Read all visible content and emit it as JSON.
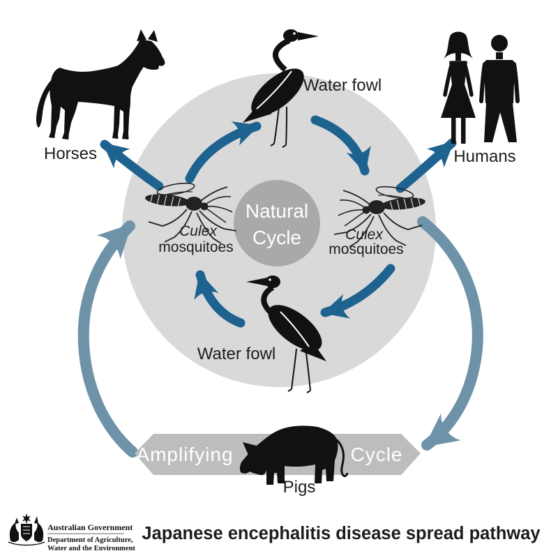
{
  "title": "Japanese encephalitis disease spread pathway",
  "government": {
    "name": "Australian Government",
    "dept_line1": "Department of Agriculture,",
    "dept_line2": "Water and the Environment"
  },
  "diagram": {
    "natural_cycle": {
      "line1": "Natural",
      "line2": "Cycle"
    },
    "amplifying_cycle": {
      "word_left": "Amplifying",
      "word_right": "Cycle"
    },
    "nodes": {
      "horses": "Horses",
      "water_fowl_top": "Water fowl",
      "humans": "Humans",
      "water_fowl_bottom": "Water fowl",
      "pigs": "Pigs",
      "mosquito_left": {
        "genus": "Culex",
        "rest": "mosquitoes"
      },
      "mosquito_right": {
        "genus": "Culex",
        "rest": "mosquitoes"
      }
    },
    "colors": {
      "arrow_dark": "#1e6290",
      "arrow_light": "#6e93a9",
      "circle_bg": "#d9d9d9",
      "inner_circle": "#a9a9a9",
      "banner": "#bdbdbd",
      "ink": "#1d1d1b"
    }
  }
}
